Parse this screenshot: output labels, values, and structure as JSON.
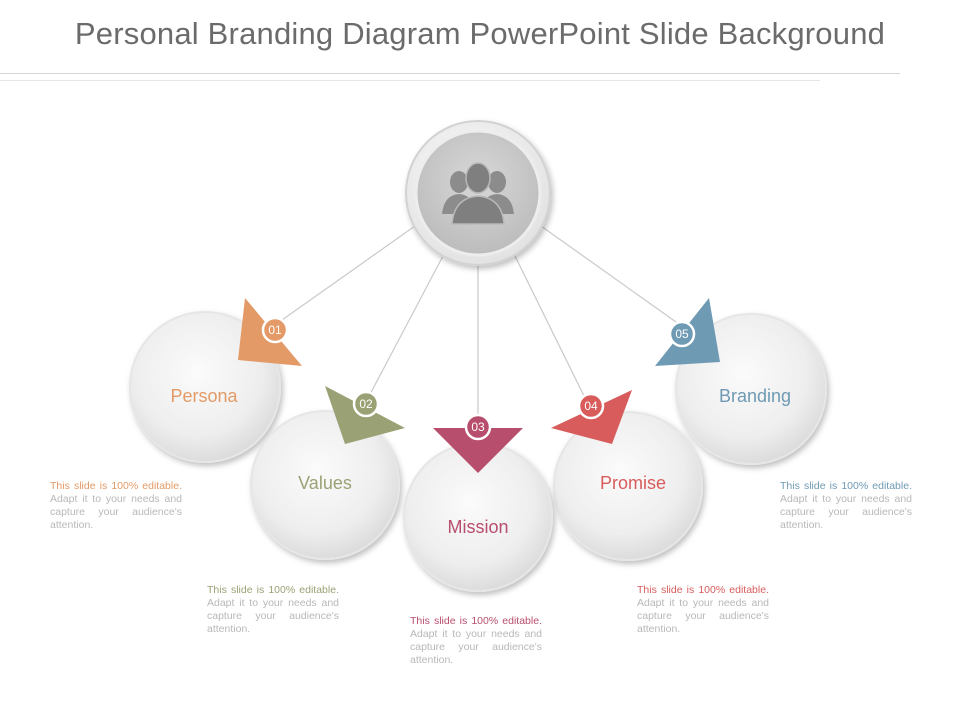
{
  "title": "Personal Branding Diagram PowerPoint Slide Background",
  "hub": {
    "icon": "group-of-people-icon"
  },
  "items": [
    {
      "number": "01",
      "label": "Persona",
      "color": "#e39a66",
      "desc_lead": "This slide is 100% editable.",
      "desc_rest": " Adapt it to your needs and capture your audience's attention."
    },
    {
      "number": "02",
      "label": "Values",
      "color": "#9aa275",
      "desc_lead": "This slide is 100% editable.",
      "desc_rest": " Adapt it to your needs and capture your audience's attention."
    },
    {
      "number": "03",
      "label": "Mission",
      "color": "#b84e6d",
      "desc_lead": "This slide is 100% editable.",
      "desc_rest": " Adapt it to your needs and capture your audience's attention."
    },
    {
      "number": "04",
      "label": "Promise",
      "color": "#d85c5c",
      "desc_lead": "This slide is 100% editable.",
      "desc_rest": " Adapt it to your needs and capture your audience's attention."
    },
    {
      "number": "05",
      "label": "Branding",
      "color": "#6f9ab4",
      "desc_lead": "This slide is 100% editable.",
      "desc_rest": " Adapt it to your needs and capture your audience's attention."
    }
  ]
}
